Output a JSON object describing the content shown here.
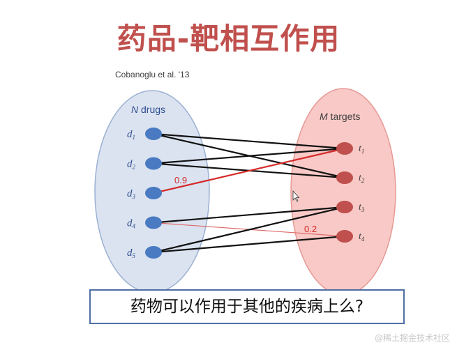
{
  "slide": {
    "title": "药品-靶相互作用",
    "citation": "Cobanoglu et al. '13",
    "question": "药物可以作用于其他的疾病上么?",
    "watermark": "@稀土掘金技术社区"
  },
  "diagram": {
    "drug_group": {
      "label_var": "N",
      "label_text": " drugs",
      "fill": "#dbe3f0",
      "stroke": "#9bb0d3",
      "node_color": "#4a7ac2",
      "label_color": "#2f4f8f"
    },
    "target_group": {
      "label_var": "M",
      "label_text": " targets",
      "fill": "#f8c9c6",
      "stroke": "#e59994",
      "node_color": "#c0504d",
      "label_color": "#404040"
    },
    "drugs": [
      {
        "id": "d1",
        "base": "d",
        "sub": "1"
      },
      {
        "id": "d2",
        "base": "d",
        "sub": "2"
      },
      {
        "id": "d3",
        "base": "d",
        "sub": "3"
      },
      {
        "id": "d4",
        "base": "d",
        "sub": "4"
      },
      {
        "id": "d5",
        "base": "d",
        "sub": "5"
      }
    ],
    "targets": [
      {
        "id": "t1",
        "base": "t",
        "sub": "1"
      },
      {
        "id": "t2",
        "base": "t",
        "sub": "2"
      },
      {
        "id": "t3",
        "base": "t",
        "sub": "3"
      },
      {
        "id": "t4",
        "base": "t",
        "sub": "4"
      }
    ],
    "edges": [
      {
        "from": "d1",
        "to": "t1",
        "color": "#111111"
      },
      {
        "from": "d1",
        "to": "t2",
        "color": "#111111"
      },
      {
        "from": "d2",
        "to": "t1",
        "color": "#111111"
      },
      {
        "from": "d2",
        "to": "t2",
        "color": "#111111"
      },
      {
        "from": "d3",
        "to": "t1",
        "color": "#d62a2a",
        "label": "0.9"
      },
      {
        "from": "d4",
        "to": "t3",
        "color": "#111111"
      },
      {
        "from": "d4",
        "to": "t4",
        "color": "#e06a6a",
        "label": "0.2",
        "thin": true
      },
      {
        "from": "d5",
        "to": "t3",
        "color": "#111111"
      },
      {
        "from": "d5",
        "to": "t4",
        "color": "#111111"
      }
    ]
  }
}
